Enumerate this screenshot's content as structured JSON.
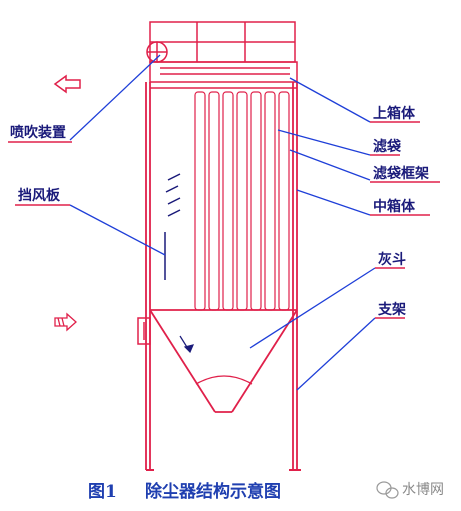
{
  "labels": {
    "blowing_device": "喷吹装置",
    "baffle": "挡风板",
    "upper_box": "上箱体",
    "filter_bag": "滤袋",
    "bag_cage": "滤袋框架",
    "middle_box": "中箱体",
    "ash_hopper": "灰斗",
    "support": "支架"
  },
  "caption": {
    "figure_no": "图1",
    "title": "除尘器结构示意图"
  },
  "watermark": {
    "text": "水博网",
    "icon": "wechat-icon"
  },
  "colors": {
    "structure": "#e0204a",
    "leader": "#1f3fd8",
    "underline": "#e0204a",
    "label_text": "#1a1a7a",
    "caption_text": "#1f3fb0",
    "arrow": "#e0204a"
  },
  "arrows": {
    "outlet": "outlet-arrow-left",
    "inlet": "inlet-arrow-right"
  }
}
